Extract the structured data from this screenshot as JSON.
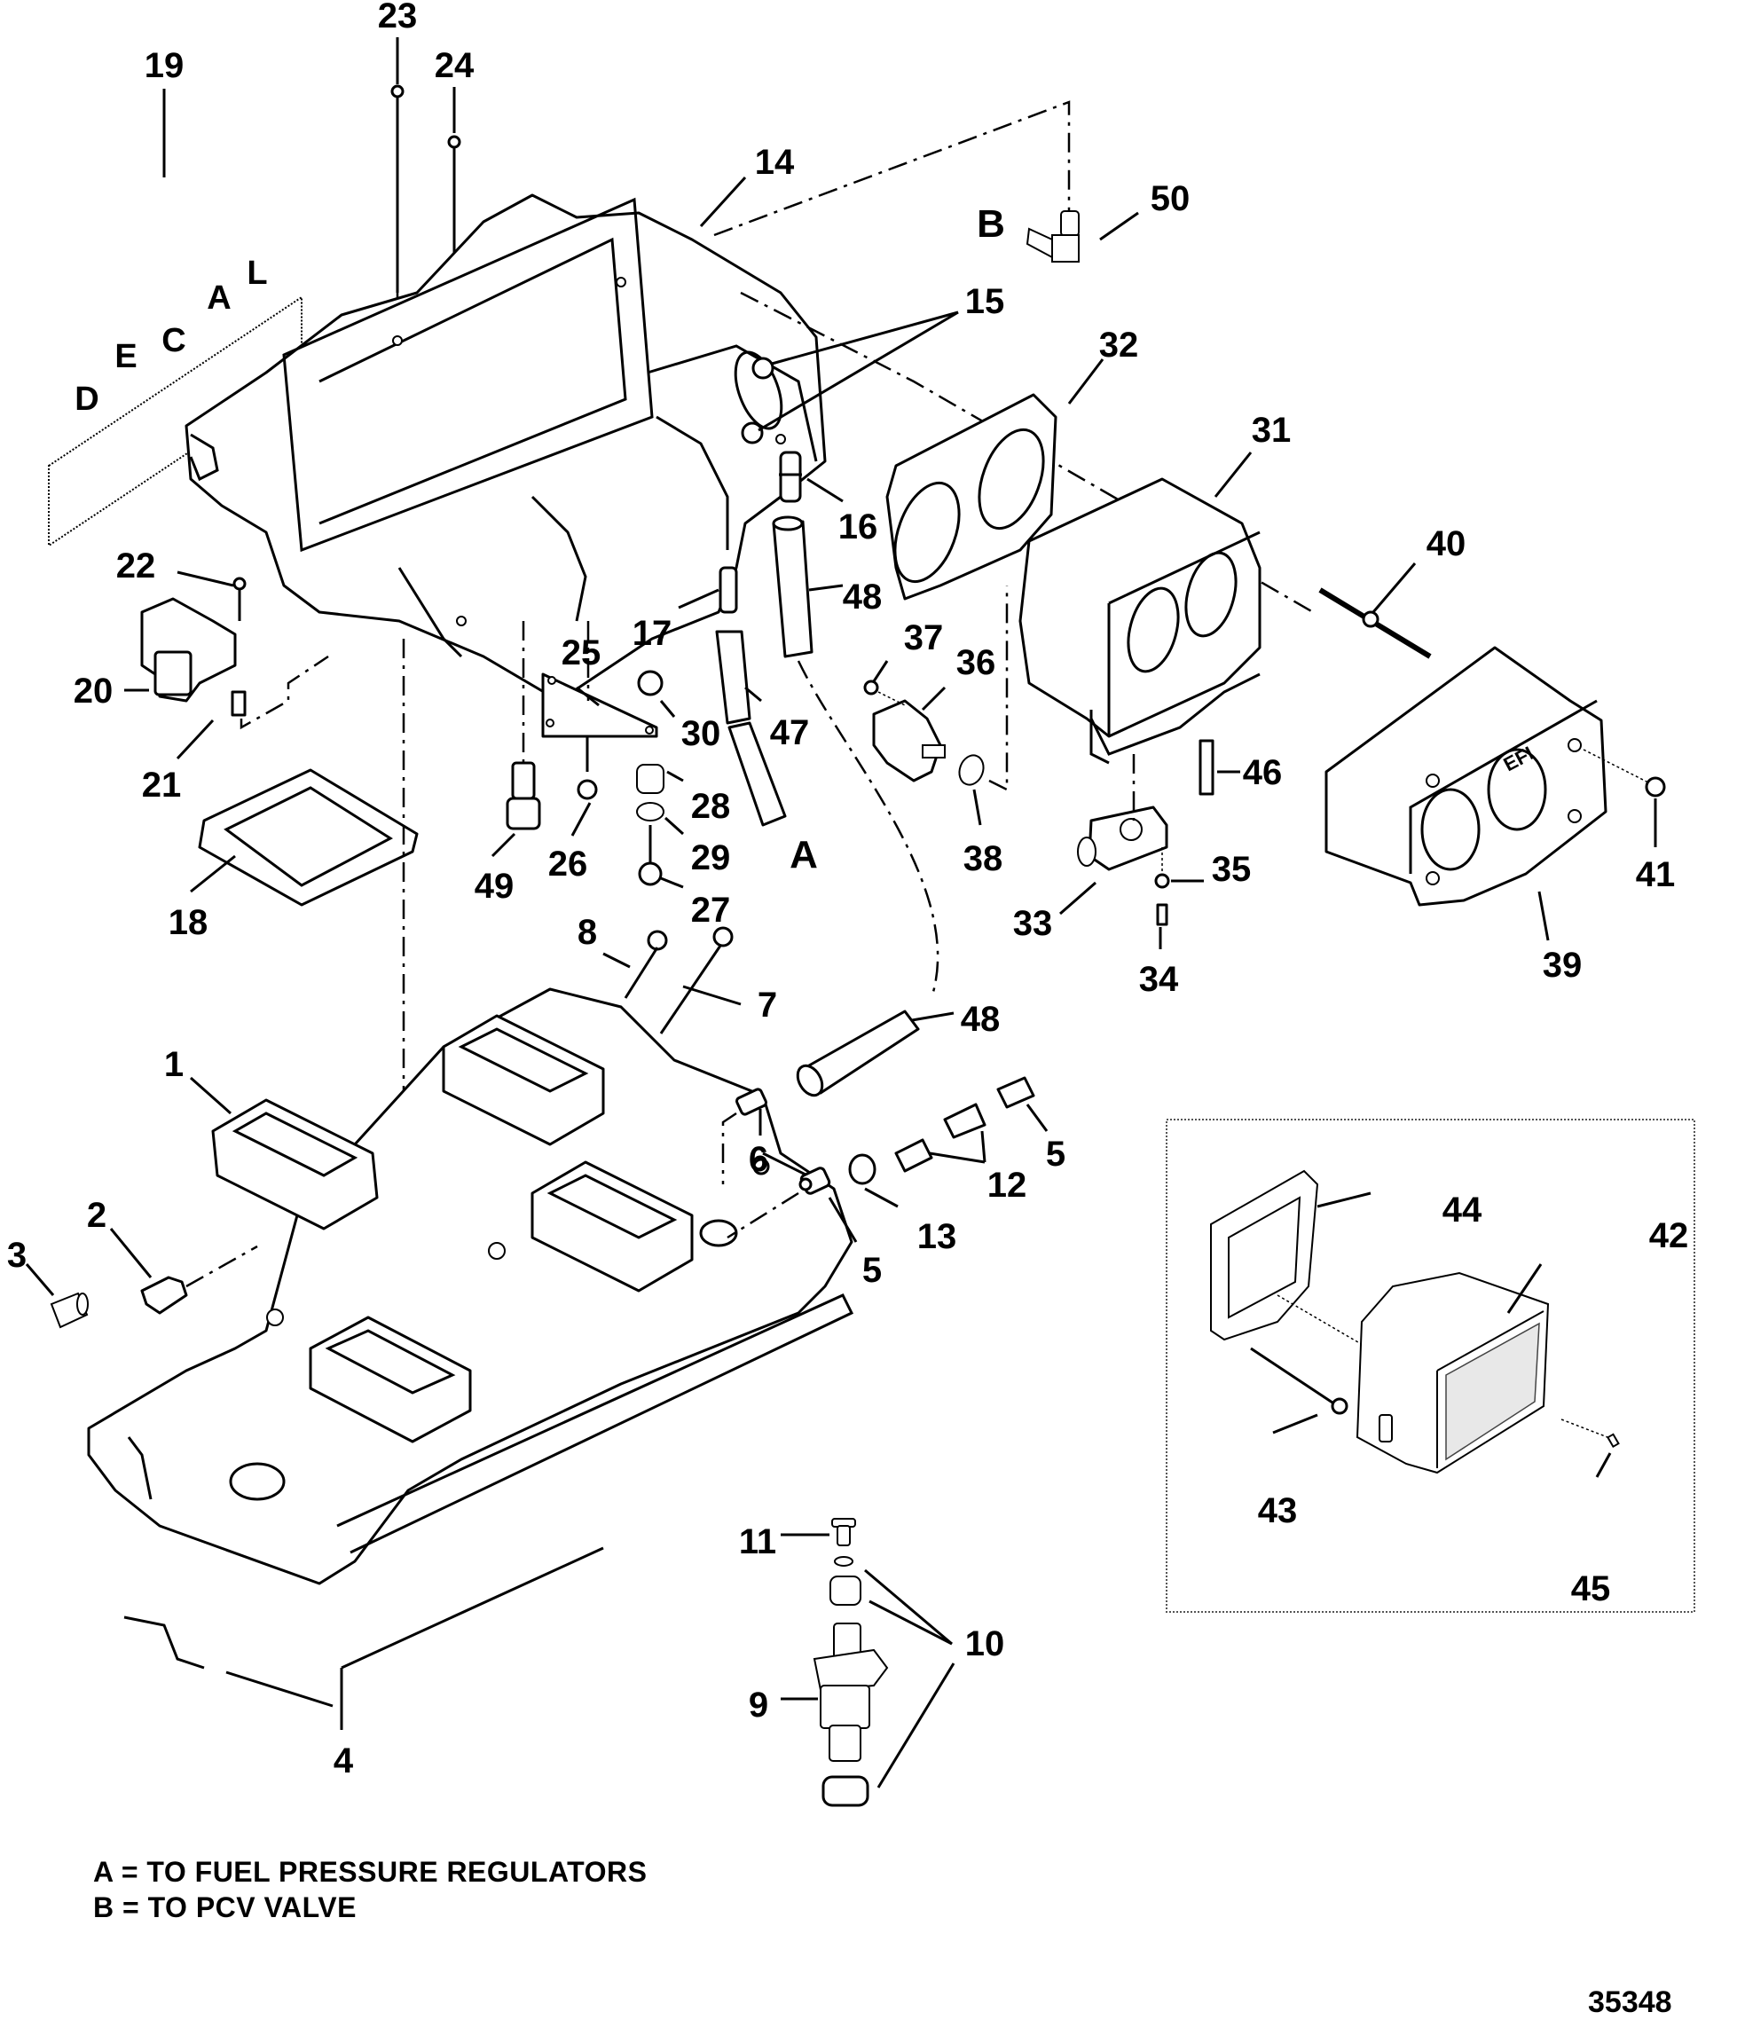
{
  "title": "Intake manifold / plenum exploded parts diagram",
  "decal_text": [
    "D",
    "E",
    "C",
    "A",
    "L"
  ],
  "connection_letters": {
    "a": "A",
    "b": "B"
  },
  "callouts": {
    "c1": "1",
    "c2": "2",
    "c3": "3",
    "c4": "4",
    "c5a": "5",
    "c5b": "5",
    "c6": "6",
    "c7": "7",
    "c8": "8",
    "c9": "9",
    "c10": "10",
    "c11": "11",
    "c12": "12",
    "c13": "13",
    "c14": "14",
    "c15": "15",
    "c16": "16",
    "c17": "17",
    "c18": "18",
    "c19": "19",
    "c20": "20",
    "c21": "21",
    "c22": "22",
    "c23": "23",
    "c24": "24",
    "c25": "25",
    "c26": "26",
    "c27": "27",
    "c28": "28",
    "c29": "29",
    "c30": "30",
    "c31": "31",
    "c32": "32",
    "c33": "33",
    "c34": "34",
    "c35": "35",
    "c36": "36",
    "c37": "37",
    "c38": "38",
    "c39": "39",
    "c40": "40",
    "c41": "41",
    "c42": "42",
    "c43": "43",
    "c44": "44",
    "c45": "45",
    "c46": "46",
    "c47": "47",
    "c48a": "48",
    "c48b": "48",
    "c49": "49",
    "c50": "50"
  },
  "flame_arrestor_label": "EFI",
  "legend": [
    "A = TO FUEL PRESSURE REGULATORS",
    "B = TO PCV VALVE"
  ],
  "figure_number": "35348"
}
